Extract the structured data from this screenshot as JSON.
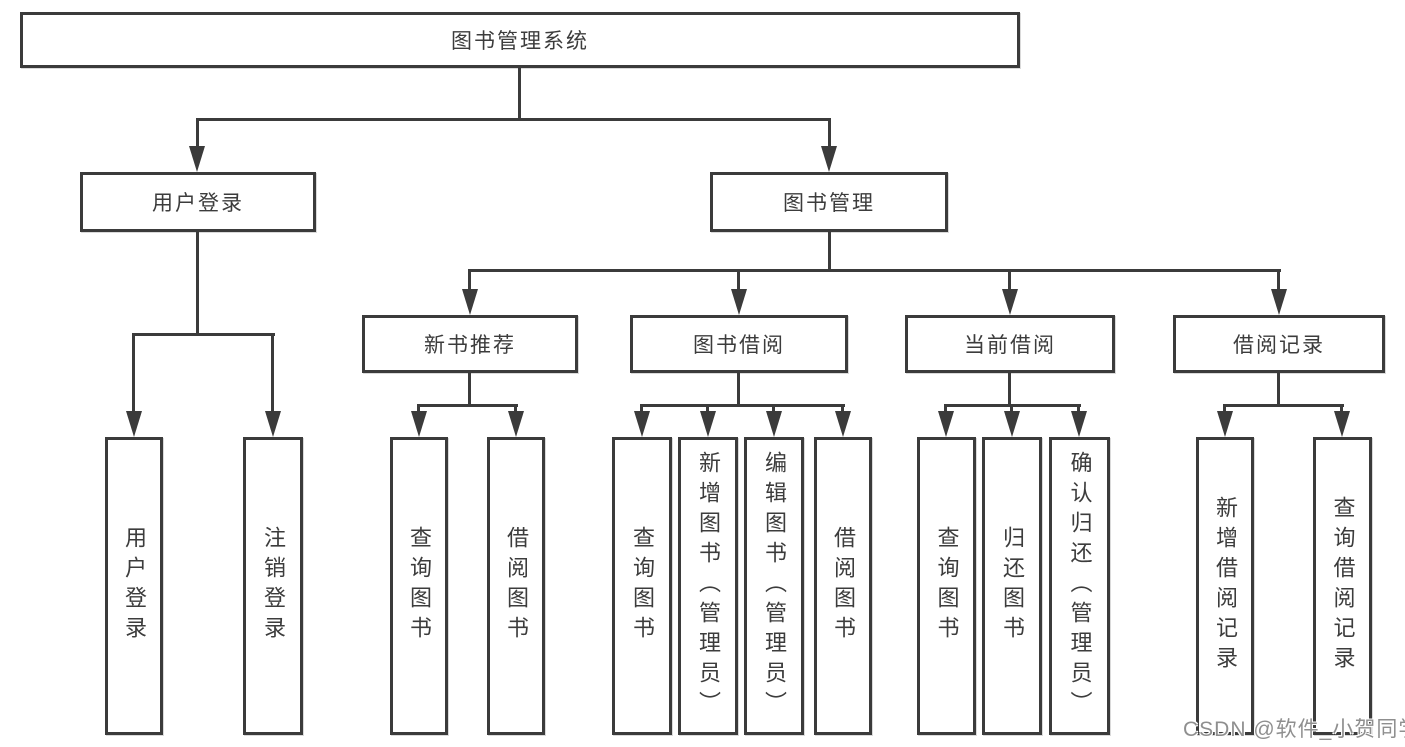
{
  "diagram": {
    "root_label": "图书管理系统",
    "branches": [
      {
        "label": "用户登录",
        "children": [
          "用户登录",
          "注销登录"
        ]
      },
      {
        "label": "图书管理",
        "groups": [
          {
            "label": "新书推荐",
            "children": [
              "查询图书",
              "借阅图书"
            ]
          },
          {
            "label": "图书借阅",
            "children": [
              "查询图书",
              "新增图书（管理员）",
              "编辑图书（管理员）",
              "借阅图书"
            ]
          },
          {
            "label": "当前借阅",
            "children": [
              "查询图书",
              "归还图书",
              "确认归还（管理员）"
            ]
          },
          {
            "label": "借阅记录",
            "children": [
              "新增借阅记录",
              "查询借阅记录"
            ]
          }
        ]
      }
    ]
  },
  "watermark": {
    "text": "CSDN @软件_小贺同学"
  },
  "colors": {
    "line": "#3b3b3b",
    "text": "#3c3c3c",
    "watermark": "#8f8f8f"
  }
}
